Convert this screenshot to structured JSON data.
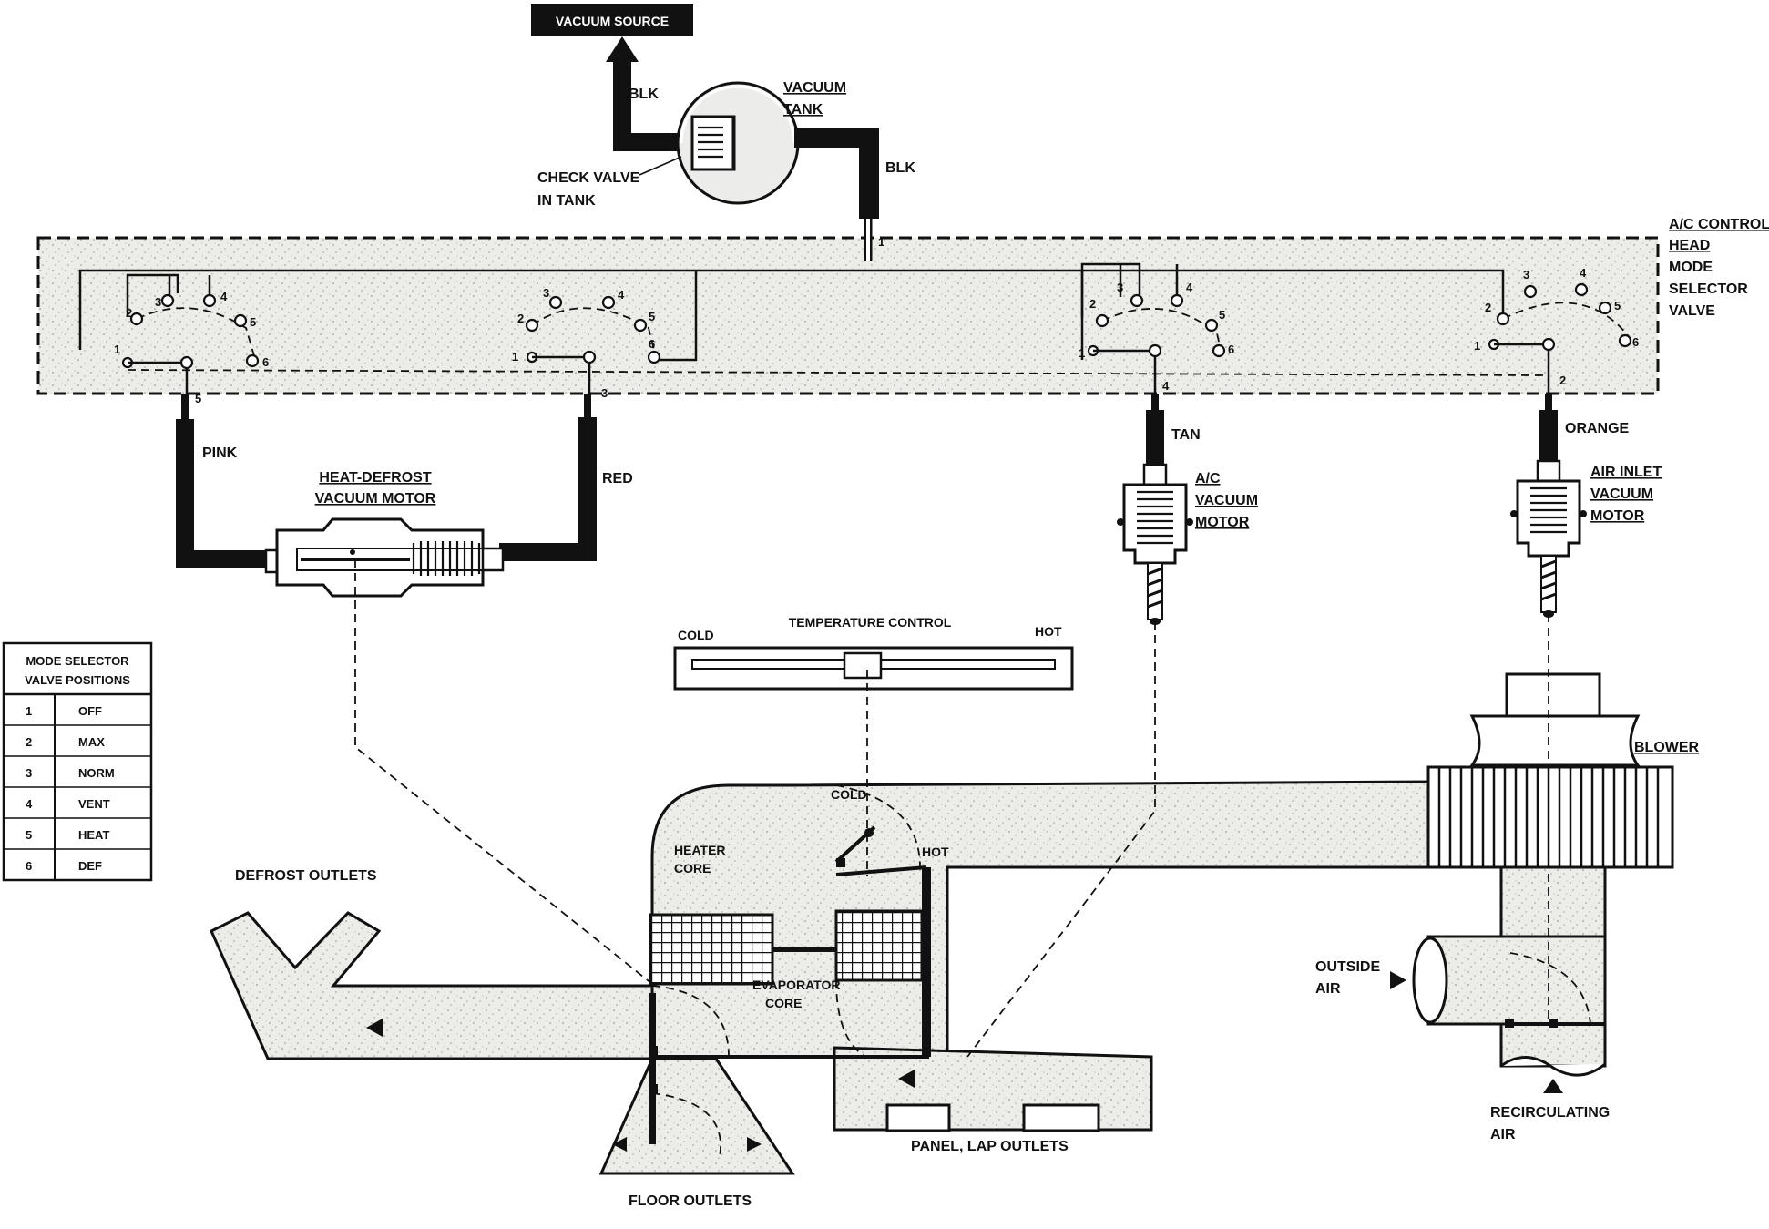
{
  "vacuum_source": "VACUUM SOURCE",
  "vacuum_tank": {
    "label_1": "VACUUM",
    "label_2": "TANK",
    "check_valve_1": "CHECK VALVE",
    "check_valve_2": "IN TANK"
  },
  "hoses": {
    "source_line": "BLK",
    "tank_line": "BLK",
    "pink": "PINK",
    "red": "RED",
    "tan": "TAN",
    "orange": "ORANGE"
  },
  "control_head": {
    "line_1": "A/C CONTROL",
    "line_2": "HEAD",
    "line_3": "MODE",
    "line_4": "SELECTOR",
    "line_5": "VALVE"
  },
  "supply_port": "1",
  "port_numbers": [
    "1",
    "2",
    "3",
    "4",
    "5",
    "6"
  ],
  "valve_outputs": {
    "valve_1": "5",
    "valve_2": "3",
    "valve_3": "4",
    "valve_4": "2"
  },
  "motors": {
    "heat_defrost_1": "HEAT-DEFROST",
    "heat_defrost_2": "VACUUM MOTOR",
    "ac_1": "A/C",
    "ac_2": "VACUUM",
    "ac_3": "MOTOR",
    "air_inlet_1": "AIR INLET",
    "air_inlet_2": "VACUUM",
    "air_inlet_3": "MOTOR"
  },
  "temperature_control": {
    "title": "TEMPERATURE CONTROL",
    "cold": "COLD",
    "hot": "HOT"
  },
  "positions_table": {
    "header_1": "MODE SELECTOR",
    "header_2": "VALVE POSITIONS",
    "rows": [
      {
        "num": "1",
        "name": "OFF"
      },
      {
        "num": "2",
        "name": "MAX"
      },
      {
        "num": "3",
        "name": "NORM"
      },
      {
        "num": "4",
        "name": "VENT"
      },
      {
        "num": "5",
        "name": "HEAT"
      },
      {
        "num": "6",
        "name": "DEF"
      }
    ]
  },
  "airflow": {
    "blower": "BLOWER",
    "cold_door": "COLD",
    "hot_door": "HOT",
    "heater_core_1": "HEATER",
    "heater_core_2": "CORE",
    "evaporator_core_1": "EVAPORATOR",
    "evaporator_core_2": "CORE",
    "defrost_outlets": "DEFROST OUTLETS",
    "floor_outlets": "FLOOR OUTLETS",
    "panel_lap_outlets": "PANEL, LAP OUTLETS",
    "outside_air_1": "OUTSIDE",
    "outside_air_2": "AIR",
    "recirculating_air_1": "RECIRCULATING",
    "recirculating_air_2": "AIR"
  }
}
